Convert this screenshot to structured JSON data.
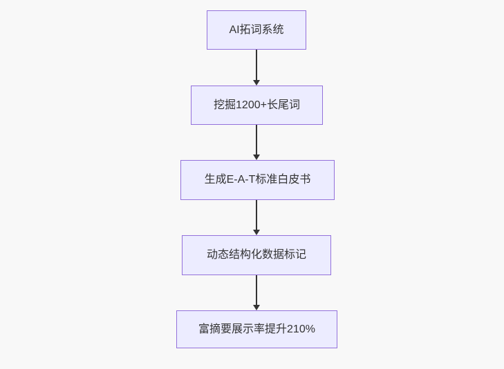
{
  "flowchart": {
    "type": "vertical-flow",
    "nodes": [
      {
        "label": "AI拓词系统"
      },
      {
        "label": "挖掘1200+长尾词"
      },
      {
        "label": "生成E-A-T标准白皮书"
      },
      {
        "label": "动态结构化数据标记"
      },
      {
        "label": "富摘要展示率提升210%"
      }
    ],
    "edges": [
      {
        "from": 0,
        "to": 1
      },
      {
        "from": 1,
        "to": 2
      },
      {
        "from": 2,
        "to": 3
      },
      {
        "from": 3,
        "to": 4
      }
    ],
    "colors": {
      "background": "#f8f8f8",
      "node_fill": "#ECECFF",
      "node_border": "#9370DB",
      "text": "#333333",
      "arrow": "#333333"
    }
  }
}
